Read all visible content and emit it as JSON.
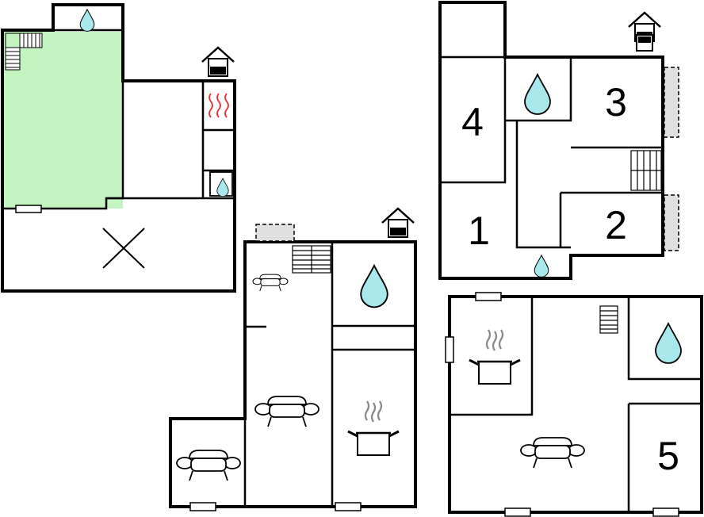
{
  "colors": {
    "green_room": "#c4f5c0",
    "water": "#a8e8ec",
    "heater": "#e53030",
    "steam": "#888888",
    "balcony": "#e0e0e0"
  },
  "icons": [
    "water-drop-icon",
    "house-icon",
    "staircase-icon",
    "heater-icon",
    "sofa-icon",
    "cooking-pot-icon",
    "cross-icon"
  ],
  "rooms": {
    "room_4": "4",
    "room_3": "3",
    "room_1": "1",
    "room_2": "2",
    "room_5": "5"
  }
}
